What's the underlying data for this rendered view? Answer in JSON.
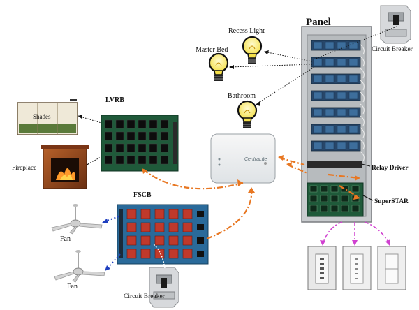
{
  "labels": {
    "panel": "Panel",
    "circuit_breaker_top": "Circuit Breaker",
    "recess_light": "Recess Light",
    "master_bed": "Master Bed",
    "bathroom": "Bathroom",
    "lvrb": "LVRB",
    "shades": "Shades",
    "fireplace": "Fireplace",
    "fscb": "FSCB",
    "fan_top": "Fan",
    "fan_bottom": "Fan",
    "circuit_breaker_bottom": "Circuit Breaker",
    "relay_driver": "Relay Driver",
    "superstar": "SuperSTAR",
    "controller_brand": "CentraLite"
  },
  "colors": {
    "orange_link": "#e87722",
    "blue_link": "#1f3fbf",
    "magenta_link": "#d040d0",
    "board_green": "#1f5a3a",
    "board_blue": "#2a6a9a",
    "panel_grey": "#c9cccf"
  }
}
